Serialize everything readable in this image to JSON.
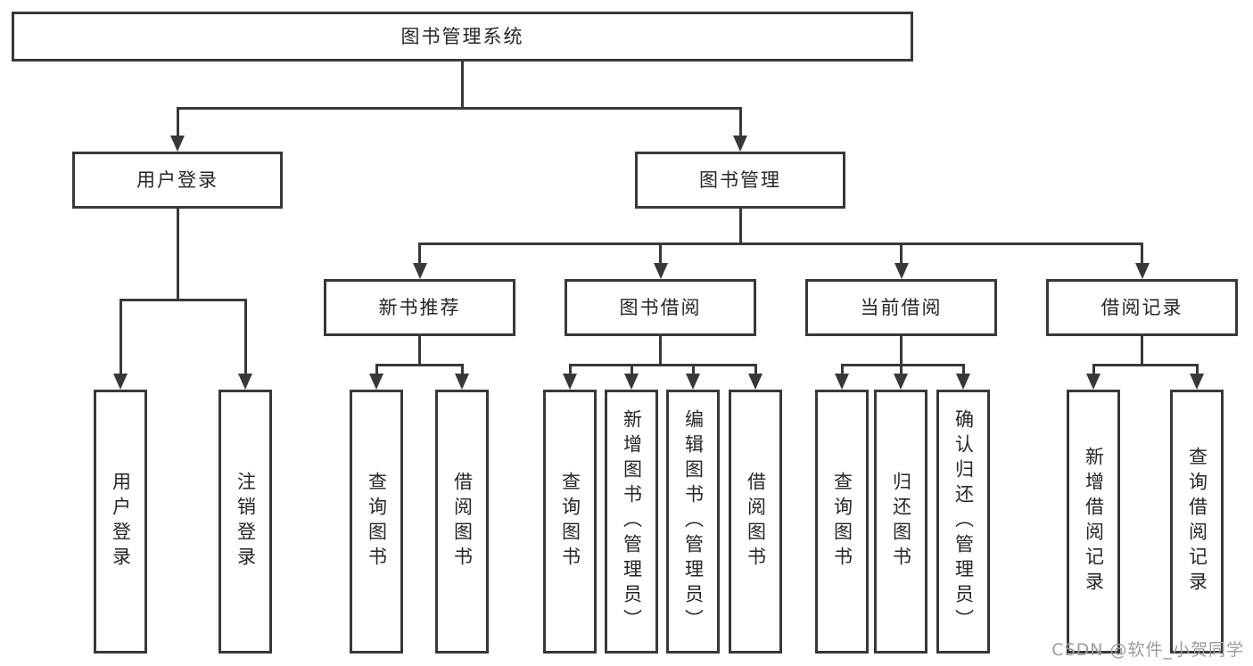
{
  "diagram": {
    "type": "hierarchy",
    "colors": {
      "line": "#383838",
      "box_border": "#383838",
      "box_fill": "#ffffff",
      "text": "#262626",
      "watermark": "#9b9b9b",
      "background": "#ffffff"
    },
    "tree": {
      "label": "图书管理系统",
      "children": [
        {
          "label": "用户登录",
          "children": [
            {
              "label": "用户登录"
            },
            {
              "label": "注销登录"
            }
          ]
        },
        {
          "label": "图书管理",
          "children": [
            {
              "label": "新书推荐",
              "children": [
                {
                  "label": "查询图书"
                },
                {
                  "label": "借阅图书"
                }
              ]
            },
            {
              "label": "图书借阅",
              "children": [
                {
                  "label": "查询图书"
                },
                {
                  "label": "新增图书（管理员）"
                },
                {
                  "label": "编辑图书（管理员）"
                },
                {
                  "label": "借阅图书"
                }
              ]
            },
            {
              "label": "当前借阅",
              "children": [
                {
                  "label": "查询图书"
                },
                {
                  "label": "归还图书"
                },
                {
                  "label": "确认归还（管理员）"
                }
              ]
            },
            {
              "label": "借阅记录",
              "children": [
                {
                  "label": "新增借阅记录"
                },
                {
                  "label": "查询借阅记录"
                }
              ]
            }
          ]
        }
      ]
    },
    "watermark": "CSDN @软件_小贺同学"
  }
}
